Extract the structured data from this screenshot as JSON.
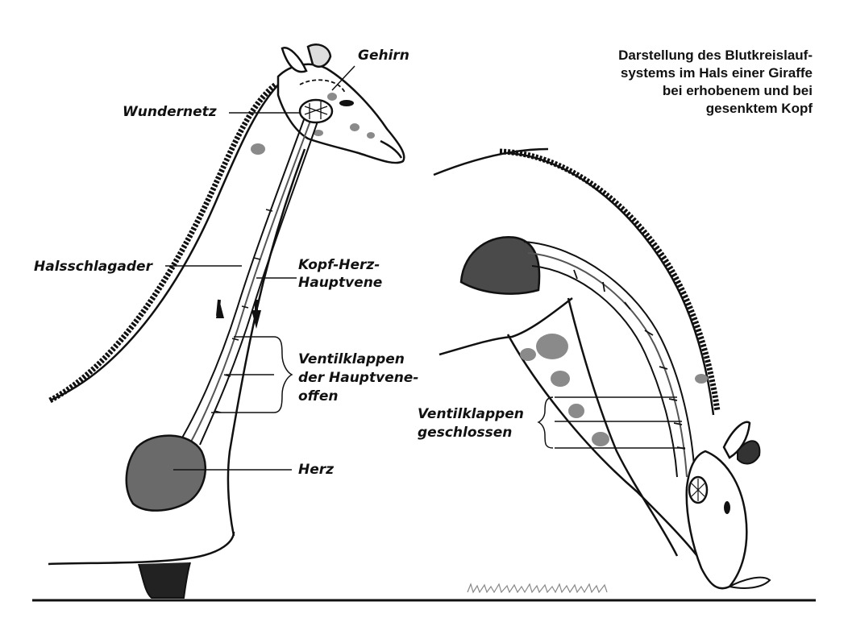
{
  "title_lines": [
    "Darstellung des Blutkreislauf-",
    "systems im Hals einer Giraffe",
    "bei erhobenem und bei",
    "gesenktem Kopf"
  ],
  "labels": {
    "gehirn": "Gehirn",
    "wundernetz": "Wundernetz",
    "halsschlagader": "Halsschlagader",
    "hauptvene_line1": "Kopf-Herz-",
    "hauptvene_line2": "Hauptvene",
    "ventil_offen_line1": "Ventilklappen",
    "ventil_offen_line2": "der Hauptvene-",
    "ventil_offen_line3": "offen",
    "herz": "Herz",
    "ventil_geschlossen_line1": "Ventilklappen",
    "ventil_geschlossen_line2": "geschlossen"
  },
  "colors": {
    "ink": "#111111",
    "heart_fill": "#6a6a6a",
    "spot_fill": "#8a8a8a",
    "background": "#ffffff"
  }
}
